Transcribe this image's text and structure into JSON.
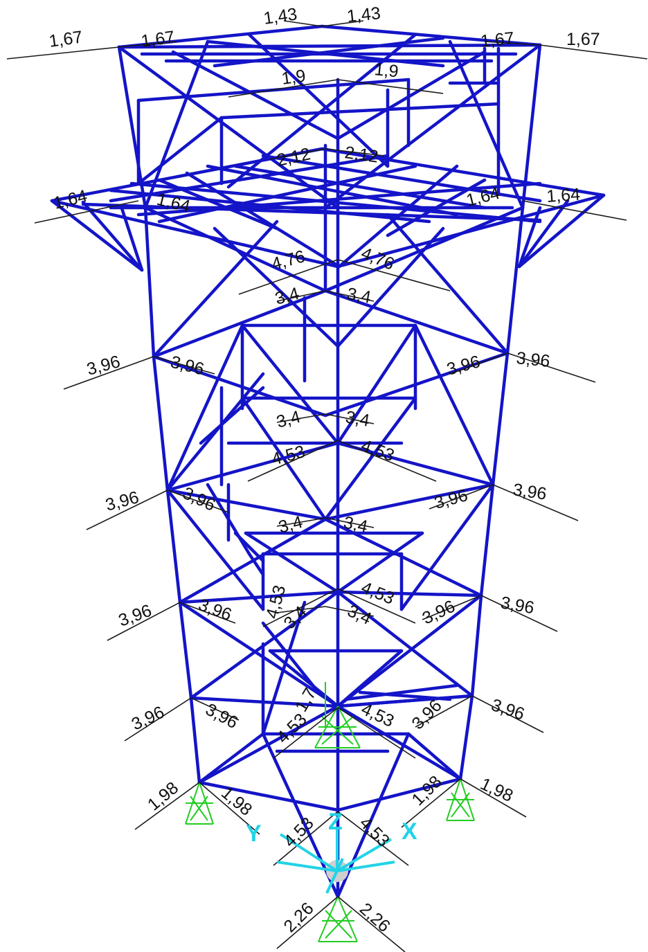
{
  "colors": {
    "frame": "#1414c8",
    "load_arrow": "#1a1a1a",
    "label": "#111111",
    "support": "#22cc22",
    "axis": "#22d3e6"
  },
  "load_labels": {
    "top_left_outer": "1,67",
    "top_left_inner": "1,67",
    "top_center_left": "1,43",
    "top_center_right": "1,43",
    "top_right_inner": "1,67",
    "top_right_outer": "1,67",
    "peak_left": "1,9",
    "peak_right": "1,9",
    "mid_left_outer": "1,64",
    "mid_left_inner": "1,64",
    "mid_center_left": "2,12",
    "mid_center_right": "2,12",
    "mid_right_inner": "1,64",
    "mid_right_outer": "1,64",
    "center_4_76_left": "4,76",
    "center_4_76_right": "4,76",
    "center_3_4_a_left": "3,4",
    "center_3_4_a_right": "3,4",
    "l1_left_outer": "3,96",
    "l1_left_inner": "3,96",
    "l1_right_inner": "3,96",
    "l1_right_outer": "3,96",
    "center_3_4_b_left": "3,4",
    "center_3_4_b_right": "3,4",
    "center_4_53_a_left": "4,53",
    "center_4_53_a_right": "4,53",
    "l2_left_outer": "3,96",
    "l2_left_inner": "3,96",
    "l2_right_inner": "3,96",
    "l2_right_outer": "3,96",
    "center_3_4_c_left": "3,4",
    "center_3_4_c_right": "3,4",
    "center_4_53_b_left": "4,53",
    "center_4_53_b_right": "4,53",
    "center_3_4_d_left": "3,4",
    "center_3_4_d_right": "3,4",
    "l3_left_outer": "3,96",
    "l3_left_inner": "3,96",
    "l3_right_inner": "3,96",
    "l3_right_outer": "3,96",
    "center_1_7": "1,7",
    "center_4_53_c_left": "4,53",
    "center_4_53_c_right": "4,53",
    "l4_left_outer": "3,96",
    "l4_left_inner": "3,96",
    "l4_right_inner": "3,96",
    "l4_right_outer": "3,96",
    "base_left_a": "1,98",
    "base_left_b": "1,98",
    "base_right_a": "1,98",
    "base_right_b": "1,98",
    "base_center_left": "4,53",
    "base_center_right": "4,53",
    "foot_left": "2,26",
    "foot_right": "2,26"
  },
  "axes": {
    "x_label": "X",
    "y_label": "Y",
    "z_label": "Z"
  }
}
